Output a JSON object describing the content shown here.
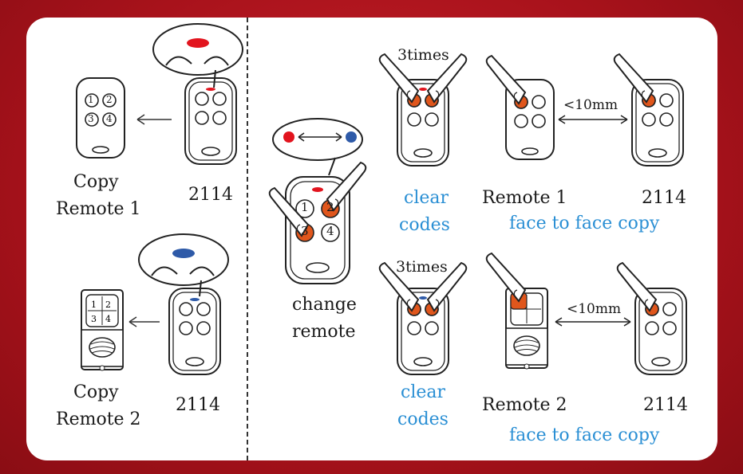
{
  "colors": {
    "background": "#b3141d",
    "led_red": "#e2141e",
    "led_blue": "#2e5aa8",
    "button_orange": "#e0561c",
    "caption_blue": "#2a8fd4",
    "outline": "#222222"
  },
  "left_panel": {
    "row1": {
      "copy_label": "Copy",
      "remote_label": "Remote 1",
      "model_label": "2114",
      "buttons": [
        "1",
        "2",
        "3",
        "4"
      ]
    },
    "row2": {
      "copy_label": "Copy",
      "remote_label": "Remote 2",
      "model_label": "2114",
      "buttons": [
        "1",
        "2",
        "3",
        "4"
      ]
    }
  },
  "center": {
    "label_line1": "change",
    "label_line2": "remote",
    "buttons": [
      "1",
      "2",
      "3",
      "4"
    ]
  },
  "right_panel": {
    "row1": {
      "times_label": "3times",
      "clear_line1": "clear",
      "clear_line2": "codes",
      "remote_label": "Remote 1",
      "distance_label": "<10mm",
      "model_label": "2114",
      "face_label": "face to face copy"
    },
    "row2": {
      "times_label": "3times",
      "clear_line1": "clear",
      "clear_line2": "codes",
      "remote_label": "Remote 2",
      "distance_label": "<10mm",
      "model_label": "2114",
      "face_label": "face to face copy"
    }
  }
}
